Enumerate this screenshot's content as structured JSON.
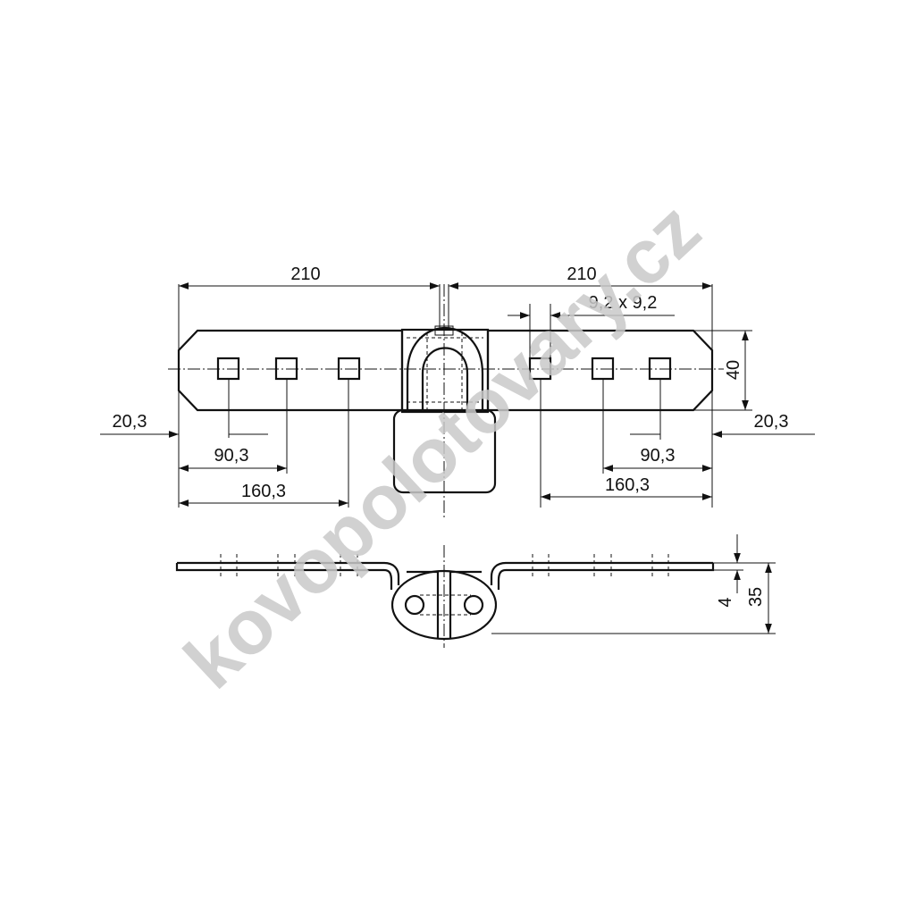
{
  "dimensions": {
    "width_left": "210",
    "width_right": "210",
    "hole_size": "9,2 x 9,2",
    "height": "40",
    "edge_offset_left": "20,3",
    "edge_offset_right": "20,3",
    "hole2_left": "90,3",
    "hole2_right": "90,3",
    "hole3_left": "160,3",
    "hole3_right": "160,3",
    "thickness": "4",
    "depth": "35"
  },
  "watermark": "kovopolotovary.cz",
  "colors": {
    "line": "#111111",
    "watermark": "#c9c9c9",
    "background": "#ffffff"
  }
}
